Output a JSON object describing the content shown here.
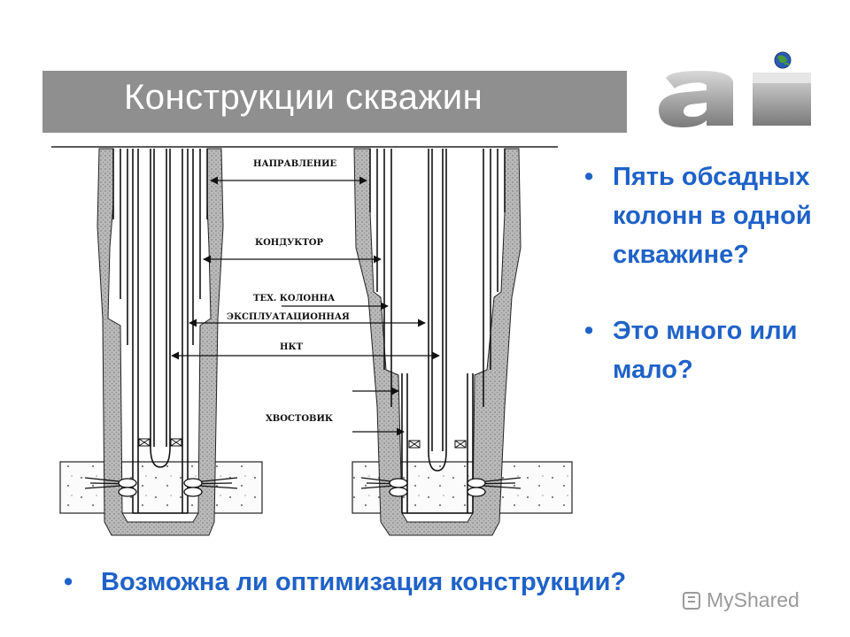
{
  "header": {
    "title": "Конструкции скважин"
  },
  "diagram": {
    "labels": {
      "napravlenie": "НАПРАВЛЕНИЕ",
      "konduktor": "КОНДУКТОР",
      "tekh_kolonna": "ТЕХ. КОЛОННА",
      "ekspluatatsionnaya": "ЭКСПЛУАТАЦИОННАЯ",
      "nkt": "НКТ",
      "khvostovik": "ХВОСТОВИК"
    }
  },
  "bullets": [
    "Пять обсадных колонн в одной скважине?",
    "Это много или мало?"
  ],
  "bottom_bullet": "Возможна ли оптимизация конструкции?",
  "colors": {
    "bullet_text": "#1f62c8",
    "title_bar": "#8f8f8f"
  },
  "watermark": {
    "text": "MyShared"
  }
}
